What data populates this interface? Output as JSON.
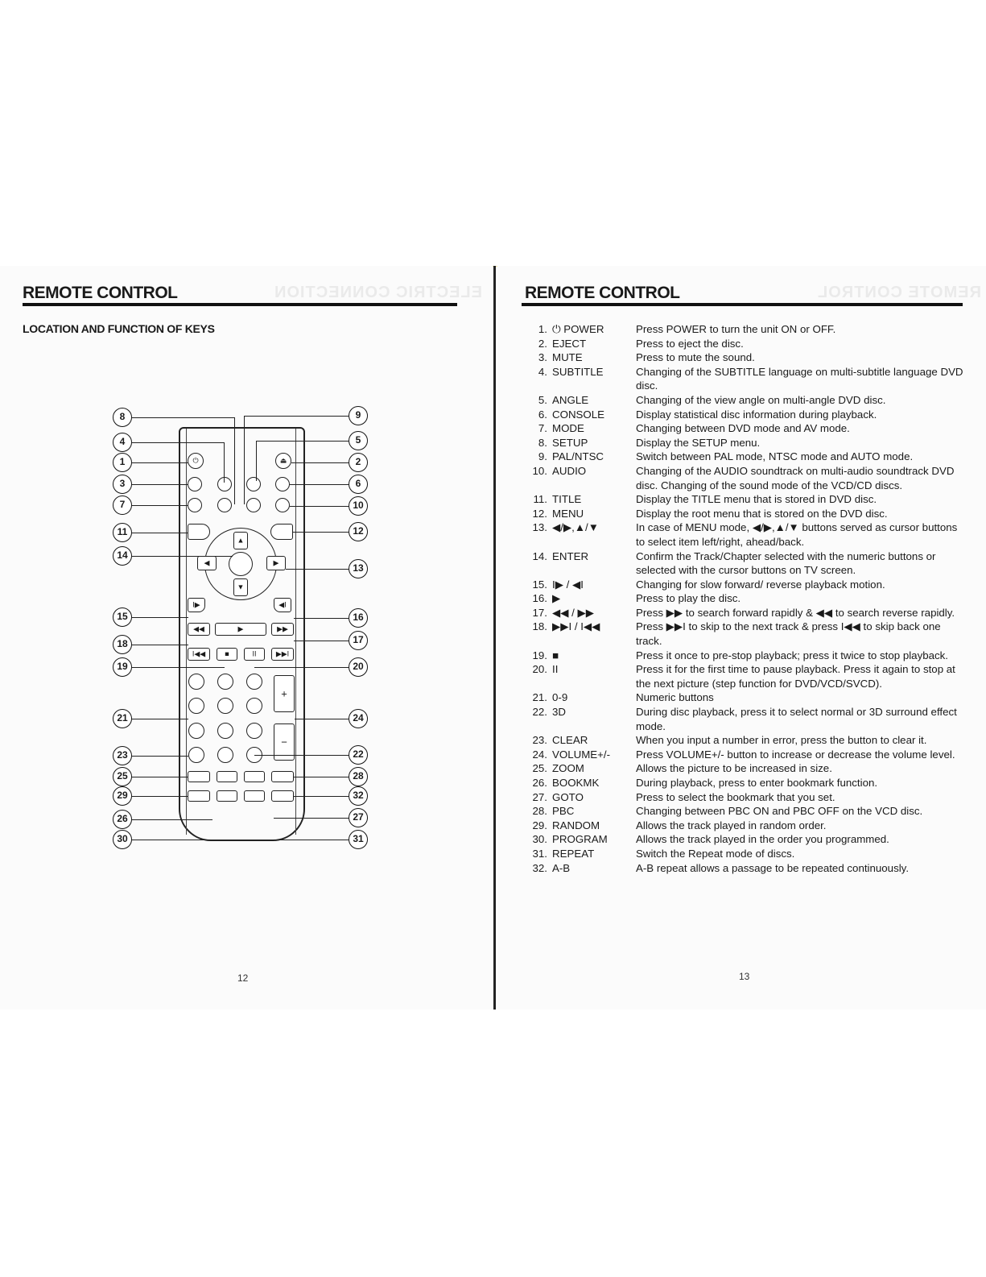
{
  "left_page": {
    "title": "REMOTE CONTROL",
    "subtitle": "LOCATION AND FUNCTION OF KEYS",
    "page_number": "12",
    "ghost_text": "ELECTRIC CONNECTION"
  },
  "right_page": {
    "title": "REMOTE CONTROL",
    "page_number": "13",
    "ghost_text": "REMOTE CONTROL"
  },
  "remote": {
    "icons": {
      "power": "power-icon",
      "eject": "eject-icon",
      "up": "arrow-up-icon",
      "down": "arrow-down-icon",
      "left": "arrow-left-icon",
      "right": "arrow-right-icon",
      "slow_fwd": "slow-forward-icon",
      "slow_rev": "slow-reverse-icon",
      "rew": "rewind-icon",
      "play": "play-icon",
      "ffw": "fast-forward-icon",
      "prev": "previous-track-icon",
      "stop": "stop-icon",
      "pause": "pause-icon",
      "next": "next-track-icon"
    },
    "glyphs": {
      "power": "⏻",
      "eject": "⏏",
      "up": "▲",
      "down": "▼",
      "left": "◀",
      "right": "▶",
      "slow_fwd": "I▶",
      "slow_rev": "◀I",
      "rew": "◀◀",
      "play": "▶",
      "ffw": "▶▶",
      "prev": "I◀◀",
      "stop": "■",
      "pause": "II",
      "next": "▶▶I",
      "plus": "+",
      "minus": "−"
    },
    "callouts": [
      "8",
      "4",
      "1",
      "3",
      "7",
      "11",
      "14",
      "15",
      "18",
      "19",
      "21",
      "23",
      "25",
      "29",
      "26",
      "30",
      "9",
      "5",
      "2",
      "6",
      "10",
      "12",
      "13",
      "16",
      "17",
      "20",
      "24",
      "22",
      "28",
      "32",
      "27",
      "31"
    ]
  },
  "functions": [
    {
      "num": "1.",
      "key": "⏻ POWER",
      "desc": "Press POWER to turn the unit ON or OFF."
    },
    {
      "num": "2.",
      "key": "EJECT",
      "desc": "Press to eject the disc."
    },
    {
      "num": "3.",
      "key": "MUTE",
      "desc": "Press to mute the sound."
    },
    {
      "num": "4.",
      "key": "SUBTITLE",
      "desc": "Changing of the SUBTITLE language on multi-subtitle language DVD disc."
    },
    {
      "num": "5.",
      "key": "ANGLE",
      "desc": "Changing of the view angle on multi-angle DVD disc."
    },
    {
      "num": "6.",
      "key": "CONSOLE",
      "desc": "Display statistical disc information during playback."
    },
    {
      "num": "7.",
      "key": "MODE",
      "desc": "Changing between DVD mode and AV mode."
    },
    {
      "num": "8.",
      "key": "SETUP",
      "desc": "Display the SETUP menu."
    },
    {
      "num": "9.",
      "key": "PAL/NTSC",
      "desc": "Switch between PAL mode, NTSC mode and AUTO mode."
    },
    {
      "num": "10.",
      "key": "AUDIO",
      "desc": "Changing of the AUDIO soundtrack on multi-audio soundtrack DVD disc. Changing of the sound mode of the VCD/CD discs."
    },
    {
      "num": "11.",
      "key": "TITLE",
      "desc": "Display the TITLE menu that is stored in DVD disc."
    },
    {
      "num": "12.",
      "key": "MENU",
      "desc": "Display the root menu that is stored on the DVD disc."
    },
    {
      "num": "13.",
      "key": "◀/▶,▲/▼",
      "desc": "In case of MENU mode, ◀/▶,▲/▼ buttons served as cursor buttons to select item left/right, ahead/back."
    },
    {
      "num": "14.",
      "key": "ENTER",
      "desc": "Confirm the Track/Chapter selected with the numeric buttons or selected with the cursor buttons on TV screen."
    },
    {
      "num": "15.",
      "key": "I▶ / ◀I",
      "desc": "Changing for slow forward/ reverse playback motion."
    },
    {
      "num": "16.",
      "key": "▶",
      "desc": "Press to play the disc."
    },
    {
      "num": "17.",
      "key": "◀◀ / ▶▶",
      "desc": "Press ▶▶ to search forward rapidly & ◀◀ to search reverse rapidly."
    },
    {
      "num": "18.",
      "key": "▶▶I / I◀◀",
      "desc": "Press ▶▶I to skip to the next track & press I◀◀ to skip back one track."
    },
    {
      "num": "19.",
      "key": "■",
      "desc": "Press it once to pre-stop playback; press it twice to stop playback."
    },
    {
      "num": "20.",
      "key": "II",
      "desc": "Press it for the first time to pause playback. Press it again to stop at the next picture (step function for DVD/VCD/SVCD)."
    },
    {
      "num": "21.",
      "key": "0-9",
      "desc": "Numeric buttons"
    },
    {
      "num": "22.",
      "key": "3D",
      "desc": "During disc playback, press it to select normal or 3D surround effect mode."
    },
    {
      "num": "23.",
      "key": "CLEAR",
      "desc": "When you input a number in error, press the button to clear it."
    },
    {
      "num": "24.",
      "key": "VOLUME+/-",
      "desc": "Press VOLUME+/- button to increase or decrease the volume level."
    },
    {
      "num": "25.",
      "key": "ZOOM",
      "desc": "Allows the picture to be increased in size."
    },
    {
      "num": "26.",
      "key": "BOOKMK",
      "desc": "During playback, press to enter bookmark function."
    },
    {
      "num": "27.",
      "key": "GOTO",
      "desc": "Press to select the bookmark that you set."
    },
    {
      "num": "28.",
      "key": "PBC",
      "desc": "Changing between PBC ON and PBC OFF on the VCD disc."
    },
    {
      "num": "29.",
      "key": "RANDOM",
      "desc": "Allows the track played in random order."
    },
    {
      "num": "30.",
      "key": "PROGRAM",
      "desc": "Allows the track played in the order you programmed."
    },
    {
      "num": "31.",
      "key": "REPEAT",
      "desc": "Switch the Repeat mode of discs."
    },
    {
      "num": "32.",
      "key": "A-B",
      "desc": "A-B repeat allows a passage to be repeated continuously."
    }
  ]
}
